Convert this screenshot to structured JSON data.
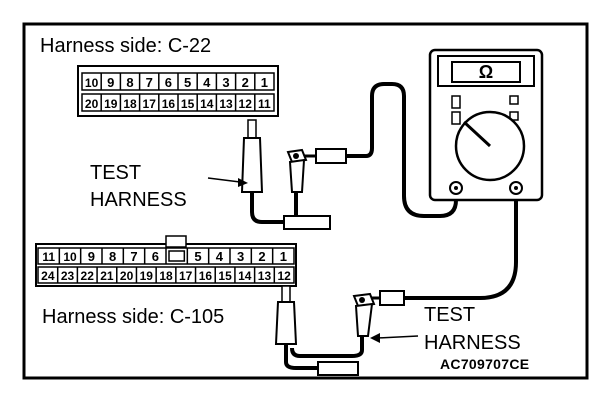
{
  "figure": {
    "code": "AC709707CE"
  },
  "connector_c22": {
    "label": "Harness side: C-22",
    "top_row": [
      "10",
      "9",
      "8",
      "7",
      "6",
      "5",
      "4",
      "3",
      "2",
      "1"
    ],
    "bottom_row": [
      "20",
      "19",
      "18",
      "17",
      "16",
      "15",
      "14",
      "13",
      "12",
      "11"
    ],
    "probed_pin": "12"
  },
  "connector_c105": {
    "label": "Harness side: C-105",
    "top_row": [
      "11",
      "10",
      "9",
      "8",
      "7",
      "6",
      "",
      "5",
      "4",
      "3",
      "2",
      "1"
    ],
    "bottom_row": [
      "24",
      "23",
      "22",
      "21",
      "20",
      "19",
      "18",
      "17",
      "16",
      "15",
      "14",
      "13",
      "12"
    ],
    "probed_pin": "12"
  },
  "test_harness_upper": {
    "line1": "TEST",
    "line2": "HARNESS"
  },
  "test_harness_lower": {
    "line1": "TEST",
    "line2": "HARNESS"
  },
  "meter": {
    "display": "Ω",
    "mode": "resistance"
  }
}
